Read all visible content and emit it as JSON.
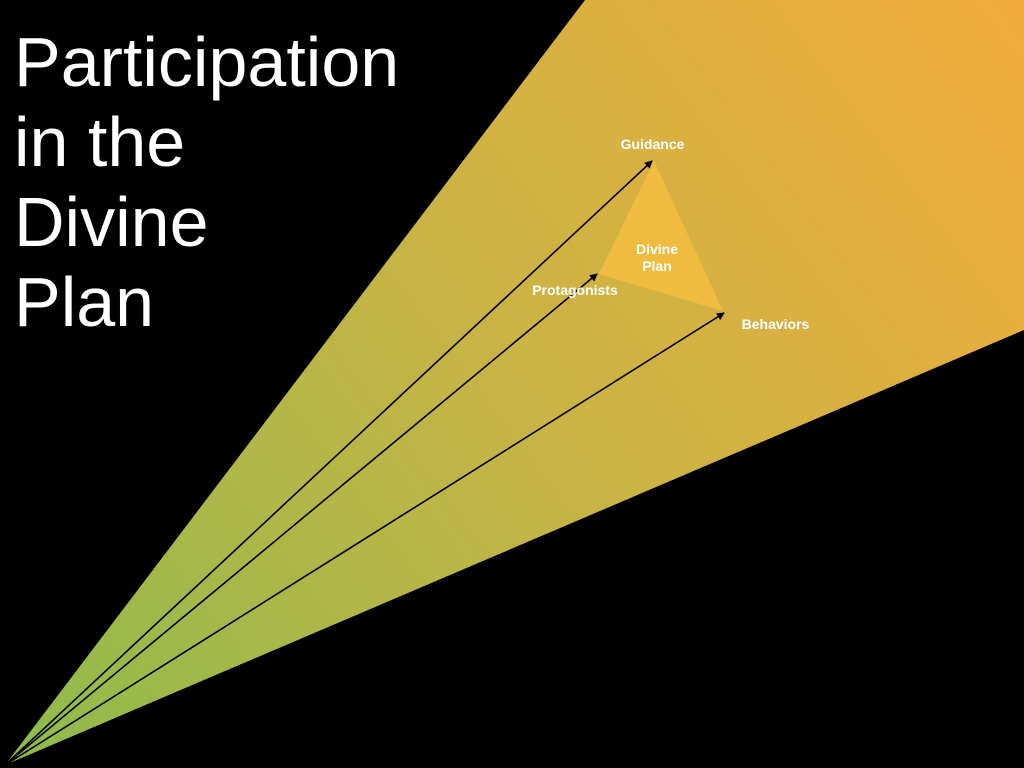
{
  "title": [
    "Participation",
    "in the",
    "Divine",
    "Plan"
  ],
  "diagram": {
    "center_label": [
      "Divine",
      "Plan"
    ],
    "vertices": {
      "top": "Guidance",
      "left": "Protagonists",
      "right": "Behaviors"
    }
  },
  "colors": {
    "background": "#000000",
    "gradient_start": "#8cbb4c",
    "gradient_end": "#f2ab3b",
    "triangle": "#f0bc40",
    "text": "#ffffff"
  }
}
